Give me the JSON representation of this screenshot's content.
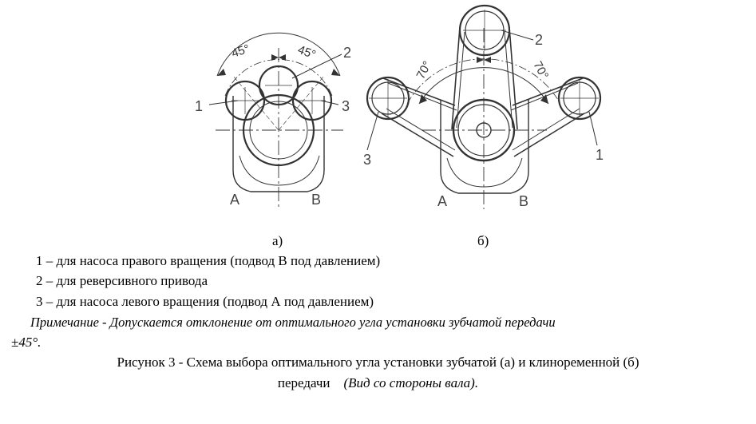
{
  "diagram_a": {
    "angle_left": "45°",
    "angle_right": "45°",
    "label_1": "1",
    "label_2": "2",
    "label_3": "3",
    "port_a": "A",
    "port_b": "B",
    "caption": "а)"
  },
  "diagram_b": {
    "angle_left": "70°",
    "angle_right": "70°",
    "label_1": "1",
    "label_2": "2",
    "label_3": "3",
    "port_a": "A",
    "port_b": "B",
    "caption": "б)"
  },
  "legend": {
    "item1": "1 – для насоса правого вращения   (подвод В под давлением)",
    "item2": "2 – для реверсивного привода",
    "item3": "3 – для насоса левого вращения   (подвод А под давлением)"
  },
  "note": {
    "line1": "Примечание - Допускается отклонение от оптимального угла установки зубчатой передачи",
    "line2": "±45°."
  },
  "caption": {
    "line1": "Рисунок  3 - Схема выбора оптимального угла установки зубчатой (а)  и клиноременной (б)",
    "line2_text": "передачи",
    "line2_italic": "(Вид со стороны вала)."
  }
}
